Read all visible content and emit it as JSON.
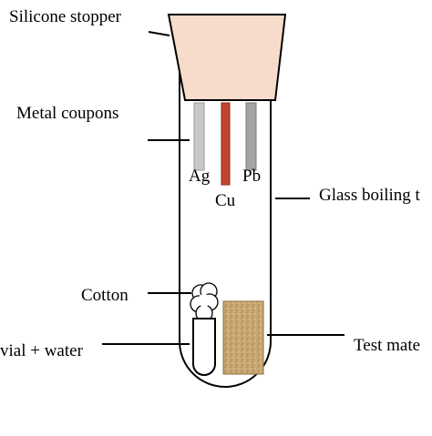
{
  "labels": {
    "stopper": "Silicone stopper",
    "coupons": "Metal coupons",
    "tube": "Glass boiling t",
    "cotton": "Cotton",
    "vial": "vial + water",
    "test_material": "Test mate"
  },
  "metals": {
    "silver": "Ag",
    "copper": "Cu",
    "lead": "Pb"
  },
  "colors": {
    "stopper_fill": "#f8dccb",
    "silver": "#c9c9c9",
    "copper": "#c0452b",
    "lead": "#a4a4a4",
    "test_material": "#c8a773",
    "outline": "#000000"
  }
}
